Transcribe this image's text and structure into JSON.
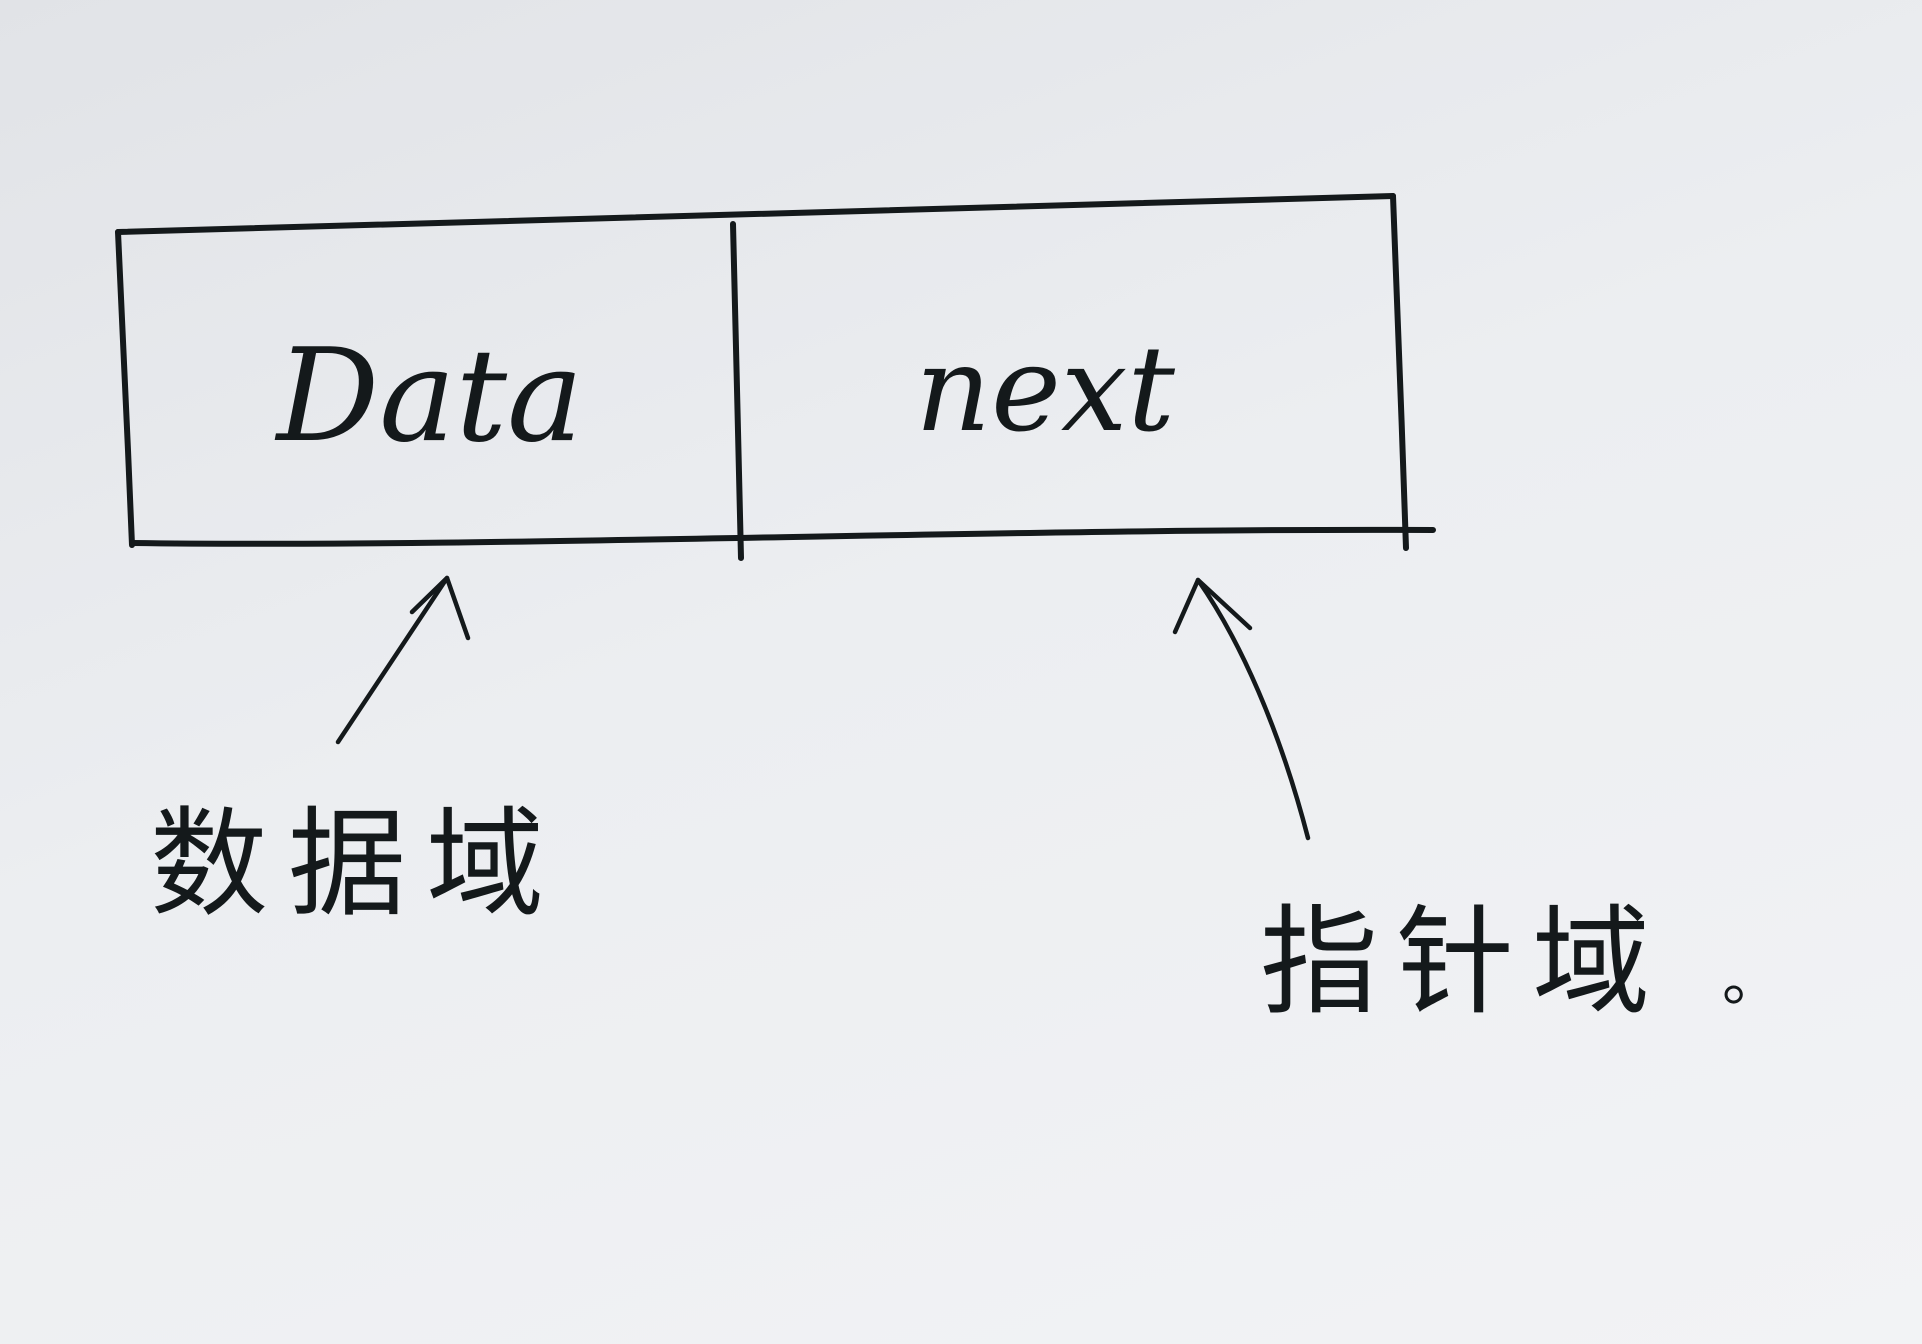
{
  "node": {
    "data_field_text": "Data",
    "next_field_text": "next"
  },
  "labels": {
    "data_domain": "数据域",
    "pointer_domain": "指针域",
    "trailing_mark": "。"
  },
  "colors": {
    "ink": "#14191b",
    "paper": "#eceef1"
  }
}
